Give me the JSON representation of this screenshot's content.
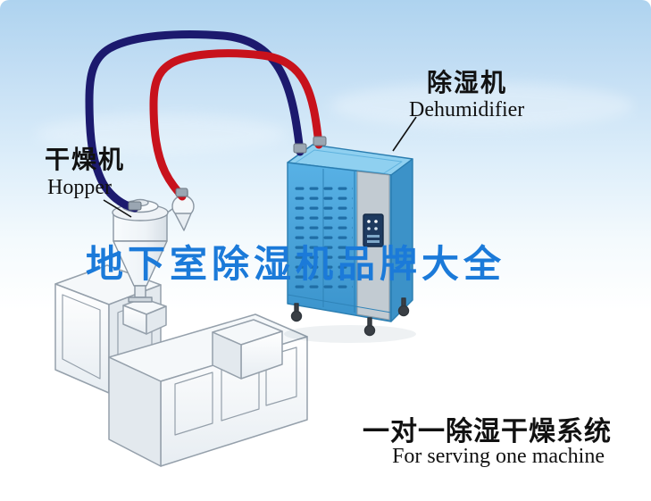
{
  "page": {
    "watermark_title": "地下室除湿机品牌大全"
  },
  "labels": {
    "hopper": {
      "cn": "干燥机",
      "en": "Hopper"
    },
    "dehumidifier": {
      "cn": "除湿机",
      "en": "Dehumidifier"
    }
  },
  "caption": {
    "cn": "一对一除湿干燥系统",
    "en": "For serving one machine"
  },
  "colors": {
    "sky_top": "#aed3ef",
    "title_blue": "#1b7ad9",
    "pipe_navy": "#1c1a6e",
    "pipe_red": "#c8121c",
    "machine_blue": "#47a6dd",
    "machine_blue_light": "#7fc6ec",
    "panel_gray": "#c2cbd2",
    "outline_gray": "#95a0ab",
    "text_black": "#111111"
  },
  "icons": {
    "dehumidifier_illustration": "isometric blue dehumidifier cabinet with vents, control panel and casters",
    "hopper_illustration": "hopper dryer funnel with cyclone receiver",
    "extruder_illustration": "isometric extruder machine outline",
    "pipe_navy": "dark blue air hose",
    "pipe_red": "red air hose"
  }
}
